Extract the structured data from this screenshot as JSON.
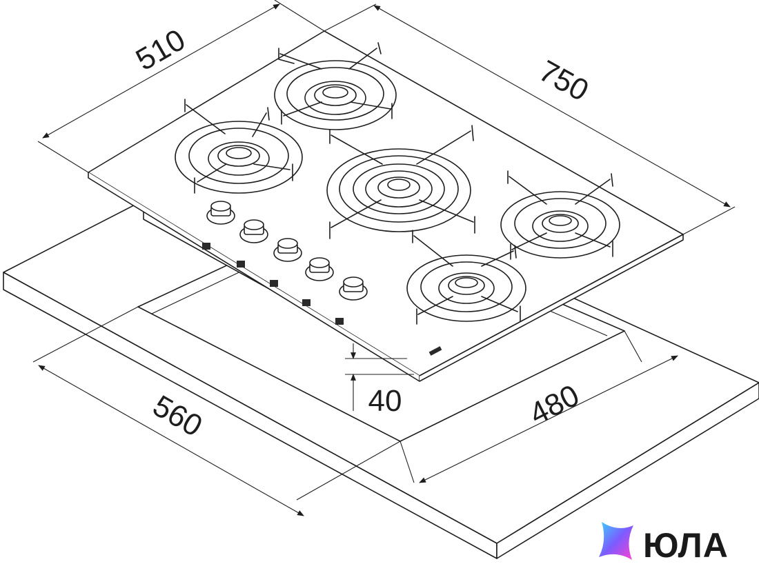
{
  "dimensions": {
    "depth": "510",
    "width": "750",
    "height": "40",
    "cutout_width": "480",
    "cutout_depth": "560"
  },
  "watermark": {
    "text": "ЮЛА",
    "gradient_colors": [
      "#3ad1ff",
      "#7b5cff",
      "#ff3fd0"
    ]
  },
  "colors": {
    "line": "#1d1d1d",
    "background": "#ffffff"
  }
}
